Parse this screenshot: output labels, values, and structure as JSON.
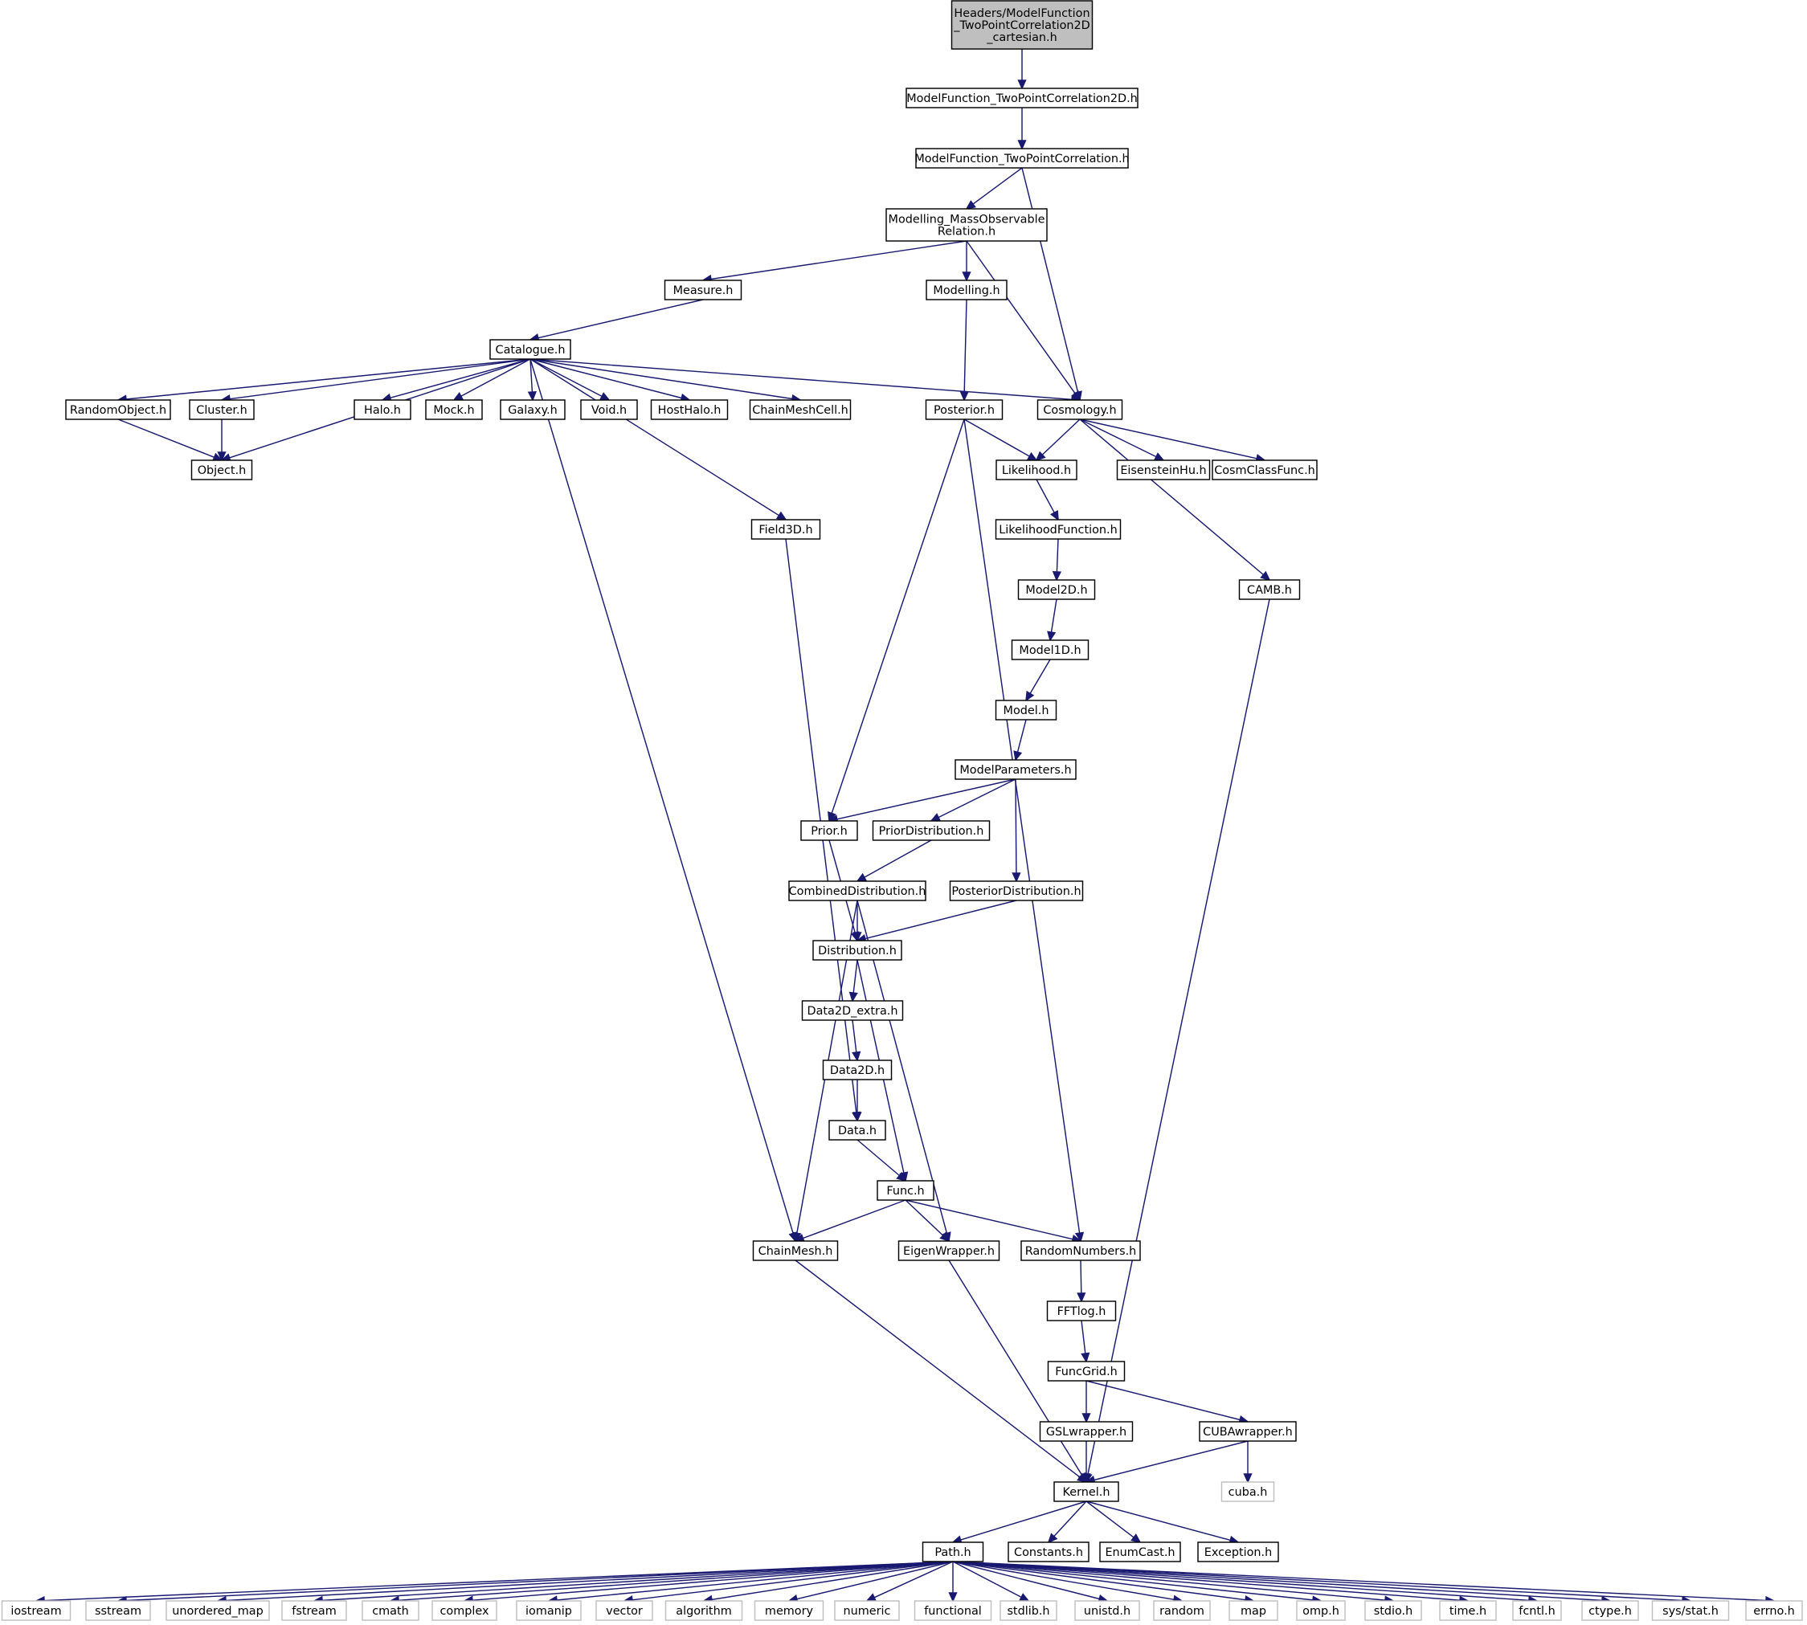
{
  "graph": {
    "edge_color": "#191970",
    "root_fill": "#bfbfbf",
    "system_header_border": "#bfbfbf",
    "root": "Headers/ModelFunction_TwoPointCorrelation2D_cartesian.h",
    "nodes": [
      {
        "id": "root",
        "lines": [
          "Headers/ModelFunction",
          "_TwoPointCorrelation2D",
          "_cartesian.h"
        ],
        "kind": "root"
      },
      {
        "id": "mf2d",
        "lines": [
          "ModelFunction_TwoPointCorrelation2D.h"
        ],
        "kind": "local"
      },
      {
        "id": "mf",
        "lines": [
          "ModelFunction_TwoPointCorrelation.h"
        ],
        "kind": "local"
      },
      {
        "id": "mmor",
        "lines": [
          "Modelling_MassObservable",
          "Relation.h"
        ],
        "kind": "local"
      },
      {
        "id": "measure",
        "lines": [
          "Measure.h"
        ],
        "kind": "local"
      },
      {
        "id": "modelling",
        "lines": [
          "Modelling.h"
        ],
        "kind": "local"
      },
      {
        "id": "catalogue",
        "lines": [
          "Catalogue.h"
        ],
        "kind": "local"
      },
      {
        "id": "randomobject",
        "lines": [
          "RandomObject.h"
        ],
        "kind": "local"
      },
      {
        "id": "cluster",
        "lines": [
          "Cluster.h"
        ],
        "kind": "local"
      },
      {
        "id": "halo",
        "lines": [
          "Halo.h"
        ],
        "kind": "local"
      },
      {
        "id": "mock",
        "lines": [
          "Mock.h"
        ],
        "kind": "local"
      },
      {
        "id": "galaxy",
        "lines": [
          "Galaxy.h"
        ],
        "kind": "local"
      },
      {
        "id": "void",
        "lines": [
          "Void.h"
        ],
        "kind": "local"
      },
      {
        "id": "hosthalo",
        "lines": [
          "HostHalo.h"
        ],
        "kind": "local"
      },
      {
        "id": "chainmeshcell",
        "lines": [
          "ChainMeshCell.h"
        ],
        "kind": "local"
      },
      {
        "id": "posterior",
        "lines": [
          "Posterior.h"
        ],
        "kind": "local"
      },
      {
        "id": "cosmology",
        "lines": [
          "Cosmology.h"
        ],
        "kind": "local"
      },
      {
        "id": "object",
        "lines": [
          "Object.h"
        ],
        "kind": "local"
      },
      {
        "id": "likelihood",
        "lines": [
          "Likelihood.h"
        ],
        "kind": "local"
      },
      {
        "id": "eisensteinhu",
        "lines": [
          "EisensteinHu.h"
        ],
        "kind": "local"
      },
      {
        "id": "cosmclassfunc",
        "lines": [
          "CosmClassFunc.h"
        ],
        "kind": "local"
      },
      {
        "id": "field3d",
        "lines": [
          "Field3D.h"
        ],
        "kind": "local"
      },
      {
        "id": "likelihoodfunction",
        "lines": [
          "LikelihoodFunction.h"
        ],
        "kind": "local"
      },
      {
        "id": "model2d",
        "lines": [
          "Model2D.h"
        ],
        "kind": "local"
      },
      {
        "id": "camb",
        "lines": [
          "CAMB.h"
        ],
        "kind": "local"
      },
      {
        "id": "model1d",
        "lines": [
          "Model1D.h"
        ],
        "kind": "local"
      },
      {
        "id": "model",
        "lines": [
          "Model.h"
        ],
        "kind": "local"
      },
      {
        "id": "modelparameters",
        "lines": [
          "ModelParameters.h"
        ],
        "kind": "local"
      },
      {
        "id": "prior",
        "lines": [
          "Prior.h"
        ],
        "kind": "local"
      },
      {
        "id": "priordistribution",
        "lines": [
          "PriorDistribution.h"
        ],
        "kind": "local"
      },
      {
        "id": "combineddistribution",
        "lines": [
          "CombinedDistribution.h"
        ],
        "kind": "local"
      },
      {
        "id": "posteriordistribution",
        "lines": [
          "PosteriorDistribution.h"
        ],
        "kind": "local"
      },
      {
        "id": "distribution",
        "lines": [
          "Distribution.h"
        ],
        "kind": "local"
      },
      {
        "id": "data2dextra",
        "lines": [
          "Data2D_extra.h"
        ],
        "kind": "local"
      },
      {
        "id": "data2d",
        "lines": [
          "Data2D.h"
        ],
        "kind": "local"
      },
      {
        "id": "data",
        "lines": [
          "Data.h"
        ],
        "kind": "local"
      },
      {
        "id": "func",
        "lines": [
          "Func.h"
        ],
        "kind": "local"
      },
      {
        "id": "chainmesh",
        "lines": [
          "ChainMesh.h"
        ],
        "kind": "local"
      },
      {
        "id": "eigenwrapper",
        "lines": [
          "EigenWrapper.h"
        ],
        "kind": "local"
      },
      {
        "id": "randomnumbers",
        "lines": [
          "RandomNumbers.h"
        ],
        "kind": "local"
      },
      {
        "id": "fftlog",
        "lines": [
          "FFTlog.h"
        ],
        "kind": "local"
      },
      {
        "id": "funcgrid",
        "lines": [
          "FuncGrid.h"
        ],
        "kind": "local"
      },
      {
        "id": "gslwrapper",
        "lines": [
          "GSLwrapper.h"
        ],
        "kind": "local"
      },
      {
        "id": "cubawrapper",
        "lines": [
          "CUBAwrapper.h"
        ],
        "kind": "local"
      },
      {
        "id": "kernel",
        "lines": [
          "Kernel.h"
        ],
        "kind": "local"
      },
      {
        "id": "cuba",
        "lines": [
          "cuba.h"
        ],
        "kind": "system"
      },
      {
        "id": "path",
        "lines": [
          "Path.h"
        ],
        "kind": "local"
      },
      {
        "id": "constants",
        "lines": [
          "Constants.h"
        ],
        "kind": "local"
      },
      {
        "id": "enumcast",
        "lines": [
          "EnumCast.h"
        ],
        "kind": "local"
      },
      {
        "id": "exception",
        "lines": [
          "Exception.h"
        ],
        "kind": "local"
      },
      {
        "id": "iostream",
        "lines": [
          "iostream"
        ],
        "kind": "system"
      },
      {
        "id": "sstream",
        "lines": [
          "sstream"
        ],
        "kind": "system"
      },
      {
        "id": "unordered_map",
        "lines": [
          "unordered_map"
        ],
        "kind": "system"
      },
      {
        "id": "fstream",
        "lines": [
          "fstream"
        ],
        "kind": "system"
      },
      {
        "id": "cmath",
        "lines": [
          "cmath"
        ],
        "kind": "system"
      },
      {
        "id": "complex",
        "lines": [
          "complex"
        ],
        "kind": "system"
      },
      {
        "id": "iomanip",
        "lines": [
          "iomanip"
        ],
        "kind": "system"
      },
      {
        "id": "vector",
        "lines": [
          "vector"
        ],
        "kind": "system"
      },
      {
        "id": "algorithm",
        "lines": [
          "algorithm"
        ],
        "kind": "system"
      },
      {
        "id": "memory",
        "lines": [
          "memory"
        ],
        "kind": "system"
      },
      {
        "id": "numeric",
        "lines": [
          "numeric"
        ],
        "kind": "system"
      },
      {
        "id": "functional",
        "lines": [
          "functional"
        ],
        "kind": "system"
      },
      {
        "id": "stdlib",
        "lines": [
          "stdlib.h"
        ],
        "kind": "system"
      },
      {
        "id": "unistd",
        "lines": [
          "unistd.h"
        ],
        "kind": "system"
      },
      {
        "id": "random",
        "lines": [
          "random"
        ],
        "kind": "system"
      },
      {
        "id": "map",
        "lines": [
          "map"
        ],
        "kind": "system"
      },
      {
        "id": "omp",
        "lines": [
          "omp.h"
        ],
        "kind": "system"
      },
      {
        "id": "stdio",
        "lines": [
          "stdio.h"
        ],
        "kind": "system"
      },
      {
        "id": "time",
        "lines": [
          "time.h"
        ],
        "kind": "system"
      },
      {
        "id": "fcntl",
        "lines": [
          "fcntl.h"
        ],
        "kind": "system"
      },
      {
        "id": "ctype",
        "lines": [
          "ctype.h"
        ],
        "kind": "system"
      },
      {
        "id": "sysstat",
        "lines": [
          "sys/stat.h"
        ],
        "kind": "system"
      },
      {
        "id": "errno",
        "lines": [
          "errno.h"
        ],
        "kind": "system"
      }
    ],
    "edges": [
      [
        "root",
        "mf2d"
      ],
      [
        "mf2d",
        "mf"
      ],
      [
        "mf",
        "mmor"
      ],
      [
        "mf",
        "cosmology"
      ],
      [
        "mmor",
        "measure"
      ],
      [
        "mmor",
        "modelling"
      ],
      [
        "mmor",
        "cosmology"
      ],
      [
        "measure",
        "catalogue"
      ],
      [
        "modelling",
        "posterior"
      ],
      [
        "catalogue",
        "randomobject"
      ],
      [
        "catalogue",
        "cluster"
      ],
      [
        "catalogue",
        "object"
      ],
      [
        "catalogue",
        "chainmesh"
      ],
      [
        "catalogue",
        "halo"
      ],
      [
        "catalogue",
        "mock"
      ],
      [
        "catalogue",
        "galaxy"
      ],
      [
        "catalogue",
        "void"
      ],
      [
        "catalogue",
        "hosthalo"
      ],
      [
        "catalogue",
        "chainmeshcell"
      ],
      [
        "catalogue",
        "cosmology"
      ],
      [
        "catalogue",
        "field3d"
      ],
      [
        "randomobject",
        "object"
      ],
      [
        "cluster",
        "object"
      ],
      [
        "posterior",
        "likelihood"
      ],
      [
        "posterior",
        "prior"
      ],
      [
        "posterior",
        "randomnumbers"
      ],
      [
        "cosmology",
        "likelihood"
      ],
      [
        "cosmology",
        "eisensteinhu"
      ],
      [
        "cosmology",
        "cosmclassfunc"
      ],
      [
        "cosmology",
        "camb"
      ],
      [
        "likelihood",
        "likelihoodfunction"
      ],
      [
        "likelihoodfunction",
        "model2d"
      ],
      [
        "model2d",
        "model1d"
      ],
      [
        "model1d",
        "model"
      ],
      [
        "model",
        "modelparameters"
      ],
      [
        "modelparameters",
        "prior"
      ],
      [
        "modelparameters",
        "priordistribution"
      ],
      [
        "modelparameters",
        "posteriordistribution"
      ],
      [
        "priordistribution",
        "combineddistribution"
      ],
      [
        "prior",
        "distribution"
      ],
      [
        "combineddistribution",
        "distribution"
      ],
      [
        "combineddistribution",
        "chainmesh"
      ],
      [
        "combineddistribution",
        "eigenwrapper"
      ],
      [
        "posteriordistribution",
        "distribution"
      ],
      [
        "distribution",
        "data2dextra"
      ],
      [
        "distribution",
        "func"
      ],
      [
        "data2dextra",
        "data2d"
      ],
      [
        "data2d",
        "data"
      ],
      [
        "field3d",
        "data"
      ],
      [
        "data",
        "func"
      ],
      [
        "func",
        "chainmesh"
      ],
      [
        "func",
        "eigenwrapper"
      ],
      [
        "func",
        "randomnumbers"
      ],
      [
        "randomnumbers",
        "fftlog"
      ],
      [
        "fftlog",
        "funcgrid"
      ],
      [
        "funcgrid",
        "gslwrapper"
      ],
      [
        "funcgrid",
        "cubawrapper"
      ],
      [
        "gslwrapper",
        "kernel"
      ],
      [
        "cubawrapper",
        "kernel"
      ],
      [
        "cubawrapper",
        "cuba"
      ],
      [
        "chainmesh",
        "kernel"
      ],
      [
        "eigenwrapper",
        "kernel"
      ],
      [
        "camb",
        "kernel"
      ],
      [
        "kernel",
        "path"
      ],
      [
        "kernel",
        "constants"
      ],
      [
        "kernel",
        "enumcast"
      ],
      [
        "kernel",
        "exception"
      ],
      [
        "path",
        "iostream"
      ],
      [
        "path",
        "sstream"
      ],
      [
        "path",
        "unordered_map"
      ],
      [
        "path",
        "fstream"
      ],
      [
        "path",
        "cmath"
      ],
      [
        "path",
        "complex"
      ],
      [
        "path",
        "iomanip"
      ],
      [
        "path",
        "vector"
      ],
      [
        "path",
        "algorithm"
      ],
      [
        "path",
        "memory"
      ],
      [
        "path",
        "numeric"
      ],
      [
        "path",
        "functional"
      ],
      [
        "path",
        "stdlib"
      ],
      [
        "path",
        "unistd"
      ],
      [
        "path",
        "random"
      ],
      [
        "path",
        "map"
      ],
      [
        "path",
        "omp"
      ],
      [
        "path",
        "stdio"
      ],
      [
        "path",
        "time"
      ],
      [
        "path",
        "fcntl"
      ],
      [
        "path",
        "ctype"
      ],
      [
        "path",
        "sysstat"
      ],
      [
        "path",
        "errno"
      ]
    ]
  }
}
